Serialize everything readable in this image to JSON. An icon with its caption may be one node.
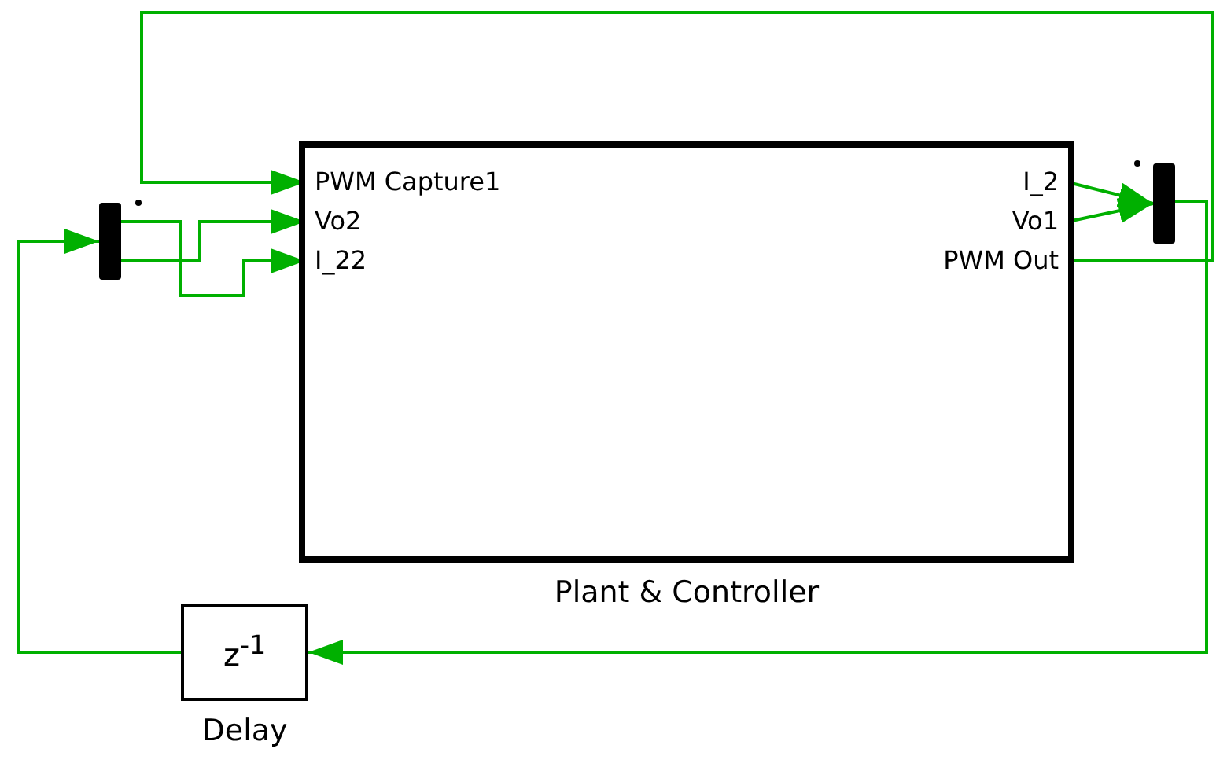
{
  "diagram": {
    "nodes": [
      {
        "text": [
          "Plant & Controller"
        ]
      },
      {
        "text": [
          "PWM Capture1"
        ],
        "in": 0
      },
      {
        "text": [
          "Vo2"
        ],
        "in": 0
      },
      {
        "text": [
          "I_22"
        ],
        "in": 0
      },
      {
        "text": [
          "I_2"
        ],
        "in": 0
      },
      {
        "text": [
          "Vo1"
        ],
        "in": 0
      },
      {
        "text": [
          "PWM Out"
        ],
        "in": 0
      },
      {
        "text": [],
        "shape": "bar"
      },
      {
        "text": [],
        "shape": "bar"
      },
      {
        "text": [
          "z$^{-1}$"
        ],
        "beside": [
          "Delay"
        ]
      }
    ],
    "edges": [
      {
        "from": 4,
        "to": 8,
        "arrow": "to"
      },
      {
        "from": 5,
        "to": 8,
        "arrow": "to"
      },
      {
        "from": 6,
        "to": 1,
        "arrow": "to"
      },
      {
        "from": 8,
        "to": 9,
        "arrow": "to"
      },
      {
        "from": 9,
        "to": 7,
        "arrow": "to"
      },
      {
        "from": 7,
        "to": 3,
        "arrow": "to"
      },
      {
        "from": 7,
        "to": 2,
        "arrow": "to"
      }
    ]
  }
}
